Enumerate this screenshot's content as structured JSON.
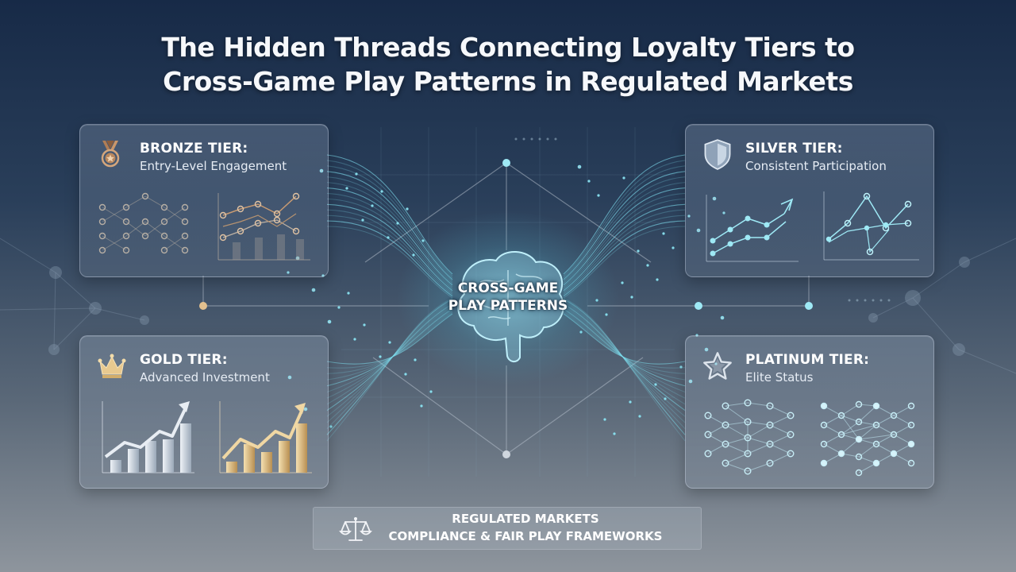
{
  "title": {
    "line1": "The Hidden Threads Connecting Loyalty Tiers to",
    "line2": "Cross-Game Play Patterns in Regulated Markets"
  },
  "center": {
    "line1": "CROSS-GAME",
    "line2": "PLAY PATTERNS",
    "icon": "brain-icon"
  },
  "tiers": {
    "bronze": {
      "name": "BRONZE TIER:",
      "subtitle": "Entry-Level Engagement",
      "icon": "medal-icon",
      "color": "#c79a72"
    },
    "silver": {
      "name": "SILVER TIER:",
      "subtitle": "Consistent Participation",
      "icon": "shield-icon",
      "color": "#b9c7d8"
    },
    "gold": {
      "name": "GOLD TIER:",
      "subtitle": "Advanced Investment",
      "icon": "crown-icon",
      "color": "#e6c487"
    },
    "platinum": {
      "name": "PLATINUM TIER:",
      "subtitle": "Elite Status",
      "icon": "star-icon",
      "color": "#d6dde6"
    }
  },
  "footer": {
    "line1": "REGULATED MARKETS",
    "line2": "COMPLIANCE & FAIR PLAY FRAMEWORKS",
    "icon": "scales-icon"
  },
  "colors": {
    "thread": "#7fe0f0",
    "node": "#9ee9f5",
    "bronze_accent": "#c79a72",
    "gold_accent": "#e6c487"
  }
}
